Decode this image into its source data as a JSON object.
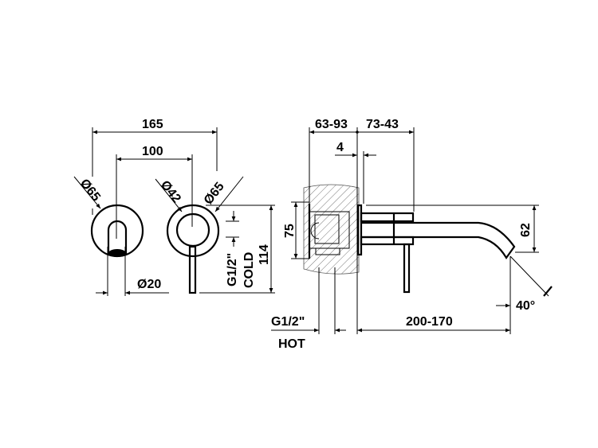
{
  "front_view": {
    "width_overall": "165",
    "center_distance": "100",
    "spout_plate_diameter": "Ø65",
    "lever_diameter": "Ø42",
    "mixer_plate_diameter": "Ø65",
    "spout_diameter": "Ø20",
    "height_overall": "114",
    "cold_thread": "G1/2\"",
    "cold_label": "COLD"
  },
  "side_view": {
    "wall_depth": "63-93",
    "projection_adjust": "73-43",
    "plate_thickness": "4",
    "body_height": "75",
    "spout_height": "62",
    "spout_reach": "200-170",
    "angle": "40°",
    "hot_thread": "G1/2\"",
    "hot_label": "HOT"
  }
}
